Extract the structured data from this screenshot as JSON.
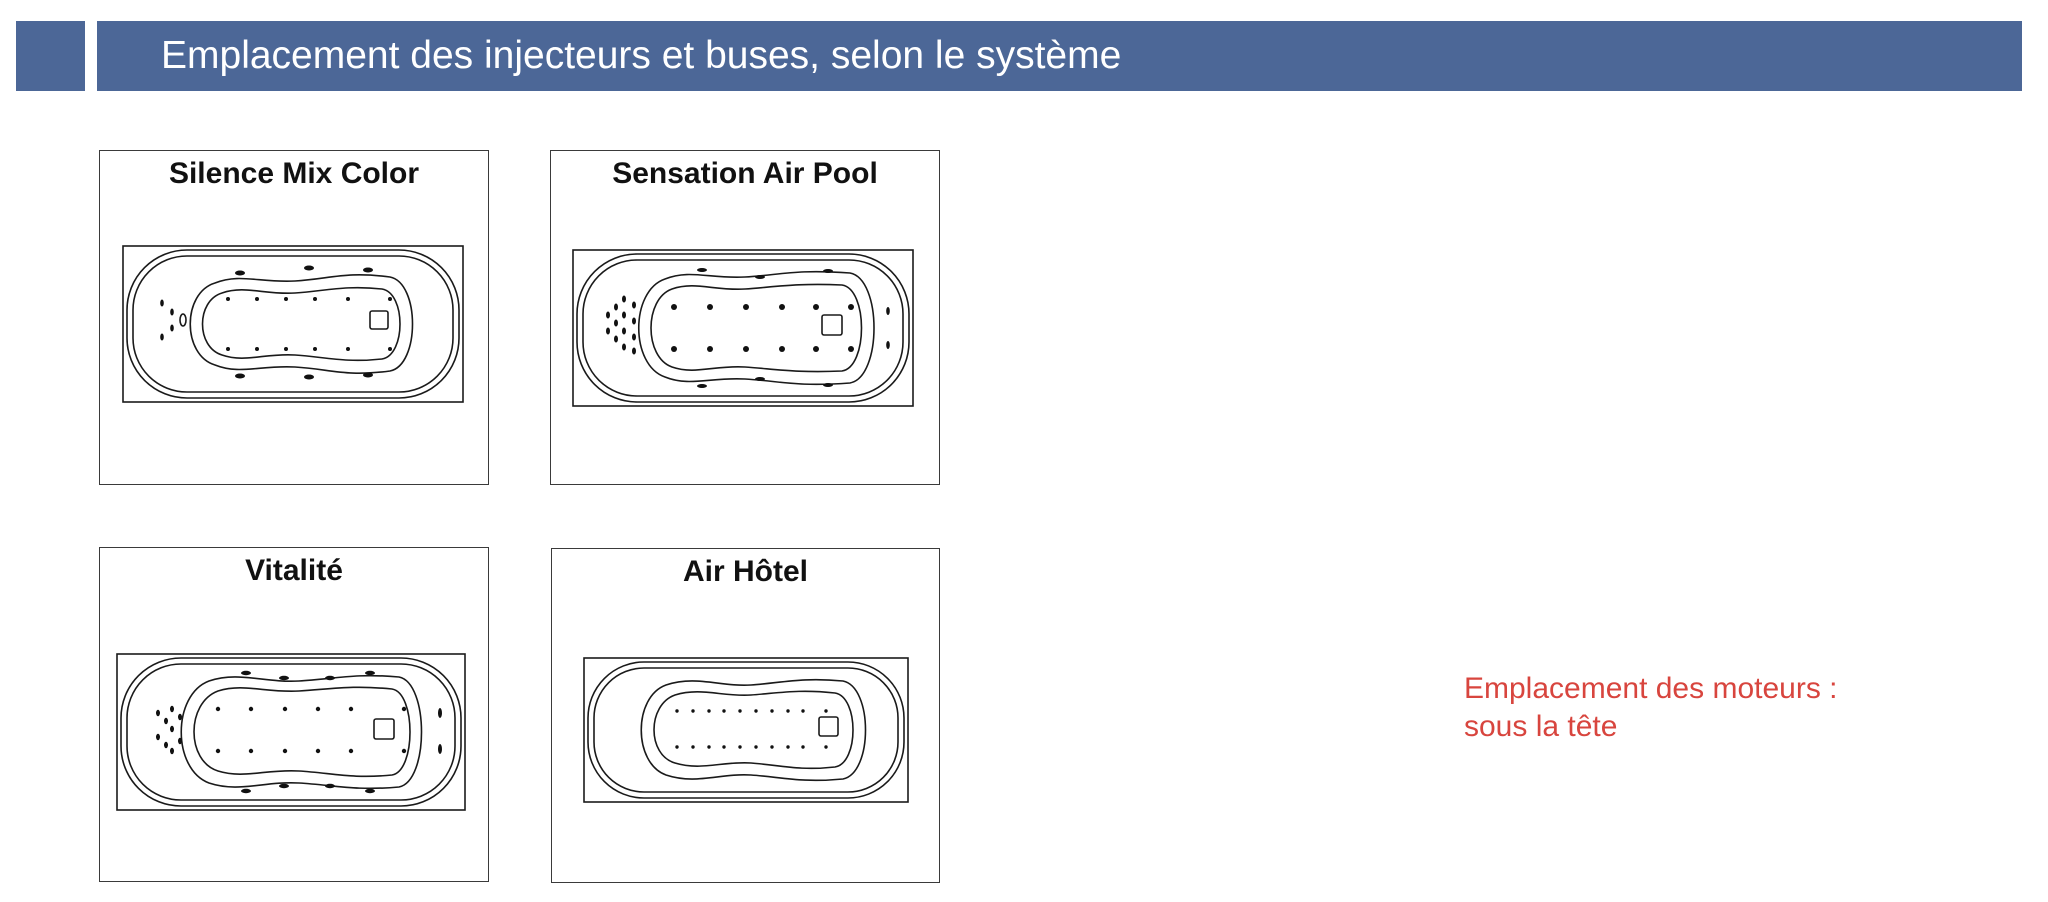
{
  "header": {
    "title": "Emplacement des injecteurs et buses, selon le système",
    "color": "#4c6797"
  },
  "panels": [
    {
      "title": "Silence Mix Color"
    },
    {
      "title": "Sensation Air Pool"
    },
    {
      "title": "Vitalité"
    },
    {
      "title": "Air Hôtel"
    }
  ],
  "note": {
    "line1": "Emplacement des moteurs :",
    "line2": "sous la tête",
    "color": "#d8453e"
  }
}
